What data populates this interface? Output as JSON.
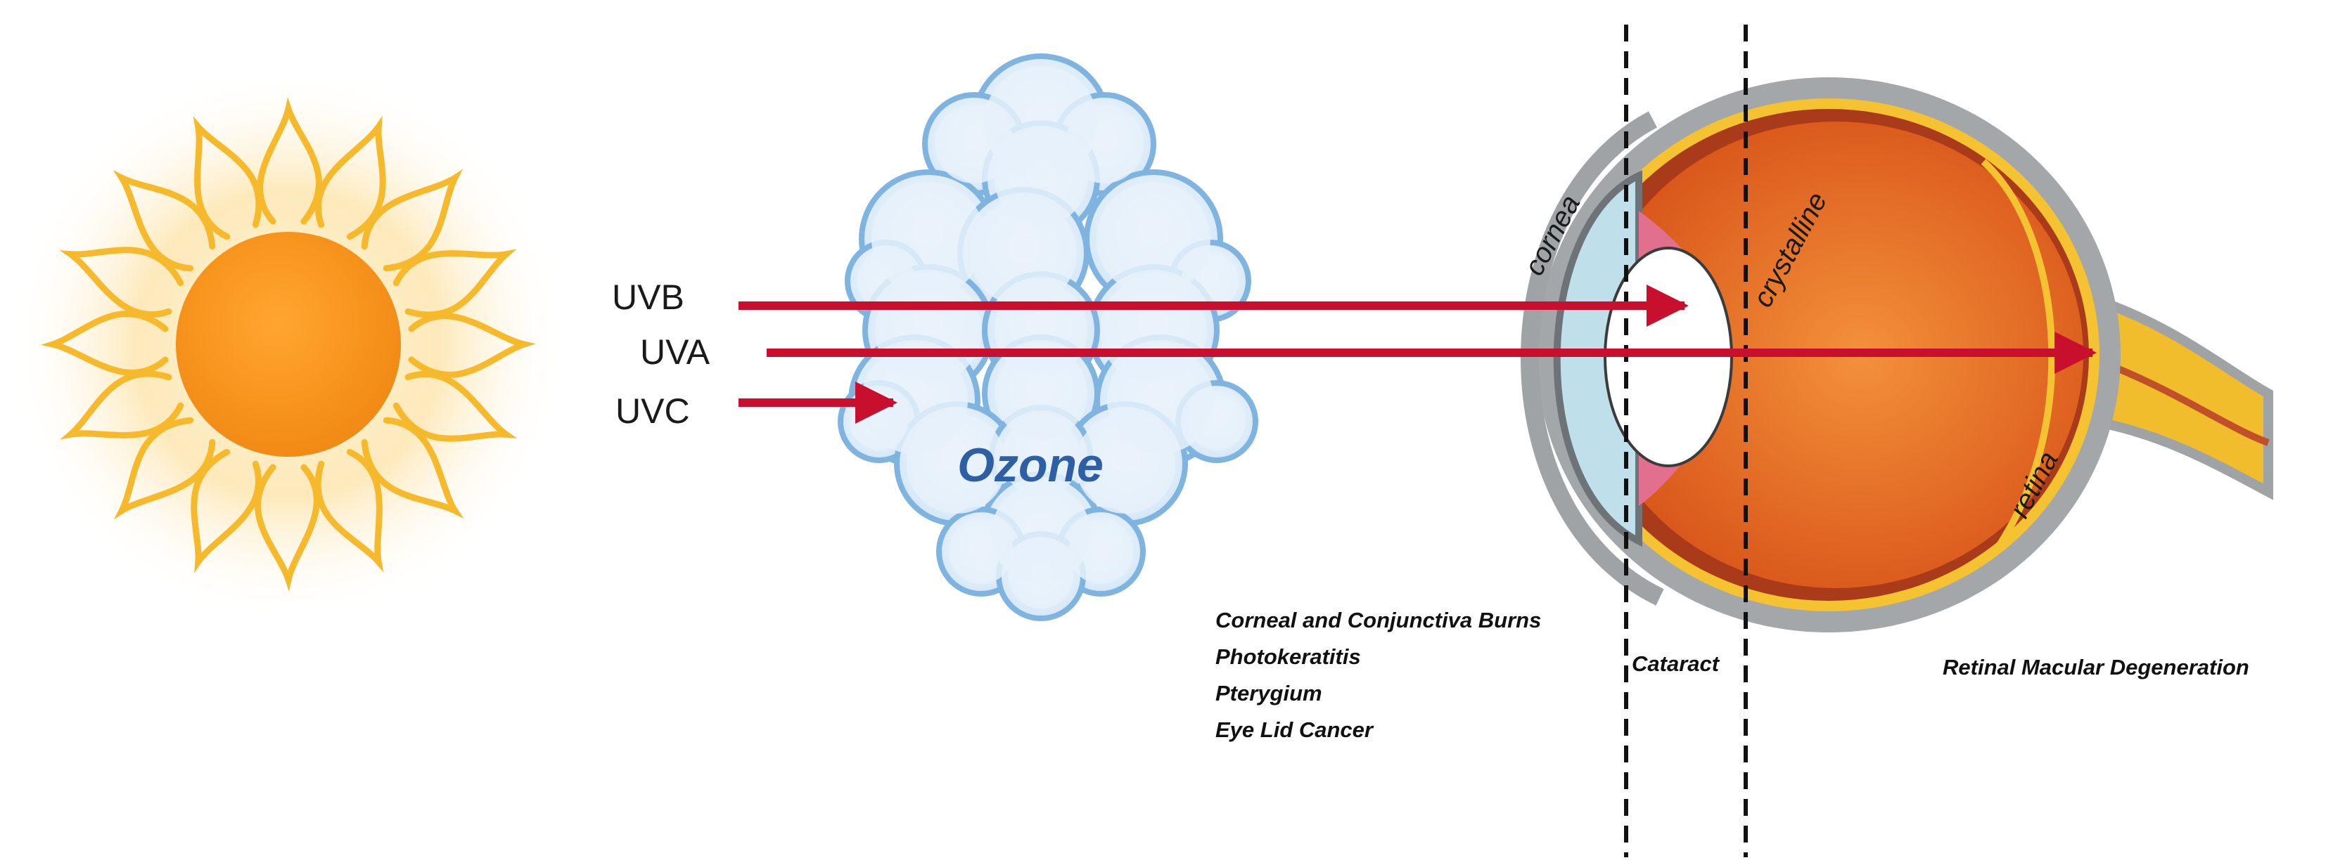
{
  "rays": {
    "uvb": "UVB",
    "uva": "UVA",
    "uvc": "UVC"
  },
  "ozone": {
    "label": "Ozone"
  },
  "eye": {
    "cornea": "cornea",
    "crystalline": "crystalline",
    "retina": "retina"
  },
  "effects": {
    "cornea_list": [
      "Corneal and Conjunctiva Burns",
      "Photokeratitis",
      "Pterygium",
      "Eye Lid Cancer"
    ],
    "cataract": "Cataract",
    "retina": "Retinal Macular Degeneration"
  },
  "colors": {
    "ray": "#c8102e",
    "sun_core": "#f7931e",
    "sun_glow": "#fde6b3",
    "sun_petal": "#f6b92b",
    "cloud_fill": "#dcecf8",
    "cloud_edge": "#7fb3e0",
    "ozone_text": "#2e5fa5",
    "eye_orange": "#e8671c",
    "eye_yellow": "#f5c231",
    "eye_gray": "#9fa3a6",
    "cornea_blue": "#bfe0ea",
    "iris_pink": "#e36f8f"
  }
}
